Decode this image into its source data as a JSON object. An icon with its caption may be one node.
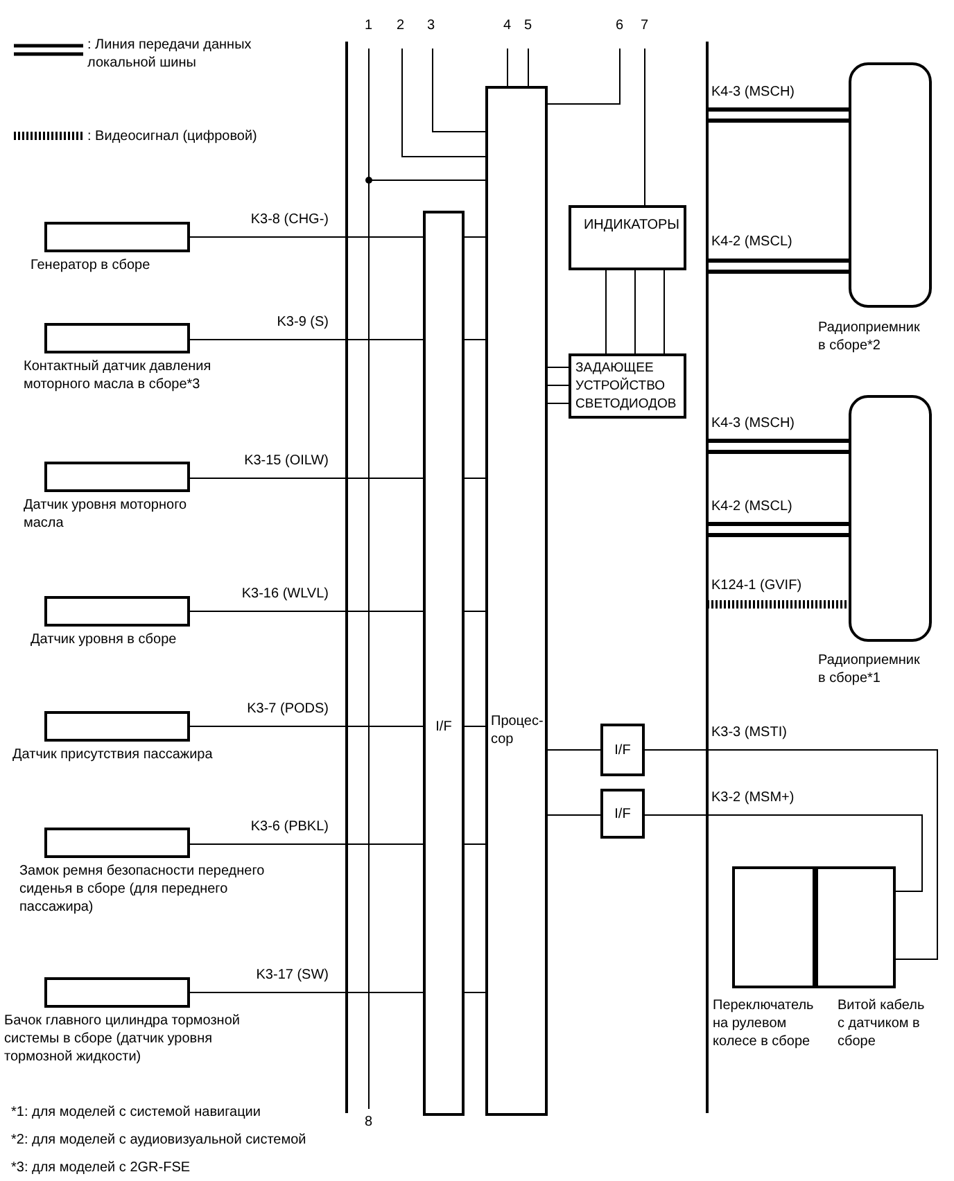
{
  "diagram": {
    "nodes": [
      {
        "text": [],
        "shape": "box",
        "beside": [
          "Генератор в сборе"
        ]
      },
      {
        "text": [],
        "shape": "box",
        "beside": [
          "Контактный датчик давления моторного масла в сборе*3"
        ]
      },
      {
        "text": [],
        "shape": "box",
        "beside": [
          "Датчик уровня моторного масла"
        ]
      },
      {
        "text": [],
        "shape": "box",
        "beside": [
          "Датчик уровня в сборе"
        ]
      },
      {
        "text": [],
        "shape": "box",
        "beside": [
          "Датчик присутствия пассажира"
        ]
      },
      {
        "text": [],
        "shape": "box",
        "beside": [
          "Замок ремня безопасности переднего сиденья в сборе (для переднего пассажира)"
        ]
      },
      {
        "text": [],
        "shape": "box",
        "beside": [
          "Бачок главного цилиндра тормозной системы в сборе (датчик уровня тормозной жидкости)"
        ]
      },
      {
        "text": [
          "I/F"
        ]
      },
      {
        "text": [
          "Процес-сор"
        ]
      },
      {
        "text": [
          "ИНДИКАТОРЫ"
        ]
      },
      {
        "text": [
          "ЗАДАЮЩЕЕ УСТРОЙСТВО СВЕТОДИОДОВ"
        ]
      },
      {
        "text": [
          "I/F"
        ]
      },
      {
        "text": [
          "I/F"
        ]
      },
      {
        "text": [],
        "shape": "box",
        "beside": [
          "Радиоприемник в сборе*2"
        ]
      },
      {
        "text": [],
        "shape": "box",
        "beside": [
          "Радиоприемник в сборе*1"
        ]
      },
      {
        "text": [],
        "shape": "box",
        "beside": [
          "Переключатель на рулевом колесе в сборе"
        ]
      },
      {
        "text": [],
        "shape": "box",
        "beside": [
          "Витой кабель с датчиком в сборе"
        ]
      }
    ],
    "edges": [
      {
        "from": 0,
        "to": 7,
        "arrow": "none",
        "label": "K3-8 (CHG-)"
      },
      {
        "from": 1,
        "to": 7,
        "arrow": "none",
        "label": "K3-9 (S)"
      },
      {
        "from": 2,
        "to": 7,
        "arrow": "none",
        "label": "K3-15 (OILW)"
      },
      {
        "from": 3,
        "to": 7,
        "arrow": "none",
        "label": "K3-16 (WLVL)"
      },
      {
        "from": 4,
        "to": 7,
        "arrow": "none",
        "label": "K3-7 (PODS)"
      },
      {
        "from": 5,
        "to": 7,
        "arrow": "none",
        "label": "K3-6 (PBKL)"
      },
      {
        "from": 6,
        "to": 7,
        "arrow": "none",
        "label": "K3-17 (SW)"
      },
      {
        "from": 7,
        "to": 8,
        "arrow": "none"
      },
      {
        "from": 7,
        "to": 8,
        "arrow": "none"
      },
      {
        "from": 7,
        "to": 8,
        "arrow": "none"
      },
      {
        "from": 7,
        "to": 8,
        "arrow": "none"
      },
      {
        "from": 7,
        "to": 8,
        "arrow": "none"
      },
      {
        "from": 7,
        "to": 8,
        "arrow": "none"
      },
      {
        "from": 7,
        "to": 8,
        "arrow": "none"
      },
      {
        "from": null,
        "to": 8,
        "arrow": "none"
      },
      {
        "from": null,
        "to": 8,
        "arrow": "none"
      },
      {
        "from": null,
        "to": 8,
        "arrow": "none"
      },
      {
        "from": null,
        "to": 8,
        "arrow": "none"
      },
      {
        "from": null,
        "to": 8,
        "arrow": "none"
      },
      {
        "from": 8,
        "to": null,
        "arrow": "none"
      },
      {
        "from": null,
        "to": 9,
        "arrow": "none"
      },
      {
        "from": 9,
        "to": 10,
        "arrow": "none"
      },
      {
        "from": 9,
        "to": 10,
        "arrow": "none"
      },
      {
        "from": 9,
        "to": 10,
        "arrow": "none"
      },
      {
        "from": 8,
        "to": 10,
        "arrow": "none"
      },
      {
        "from": 8,
        "to": 10,
        "arrow": "none"
      },
      {
        "from": 8,
        "to": 10,
        "arrow": "none"
      },
      {
        "from": 8,
        "to": 11,
        "arrow": "none"
      },
      {
        "from": 11,
        "to": 16,
        "arrow": "none",
        "label": "K3-3 (MSTI)"
      },
      {
        "from": 8,
        "to": 12,
        "arrow": "none"
      },
      {
        "from": 12,
        "to": 16,
        "arrow": "none",
        "label": "K3-2 (MSM+)"
      },
      {
        "from": null,
        "to": 13,
        "arrow": "none",
        "label": "K4-3 (MSCH)",
        "style": "thick"
      },
      {
        "from": null,
        "to": 13,
        "arrow": "none",
        "label": "K4-2 (MSCL)",
        "style": "thick"
      },
      {
        "from": null,
        "to": 14,
        "arrow": "none",
        "label": "K4-3 (MSCH)",
        "style": "thick"
      },
      {
        "from": null,
        "to": 14,
        "arrow": "none",
        "label": "K4-2 (MSCL)",
        "style": "thick"
      },
      {
        "from": null,
        "to": 14,
        "arrow": "none",
        "label": "K124-1 (GVIF)",
        "style": "dashed"
      }
    ],
    "labels": [
      "1",
      "2",
      "3",
      "4",
      "5",
      "6",
      "7",
      "8",
      "*1: для моделей с системой навигации",
      "*2: для моделей с аудиовизуальной системой",
      "*3: для моделей с 2GR-FSE"
    ],
    "legend": [
      {
        "text": ": Линия передачи данных локальной шины"
      },
      {
        "text": ": Видеосигнал (цифровой)"
      }
    ]
  }
}
